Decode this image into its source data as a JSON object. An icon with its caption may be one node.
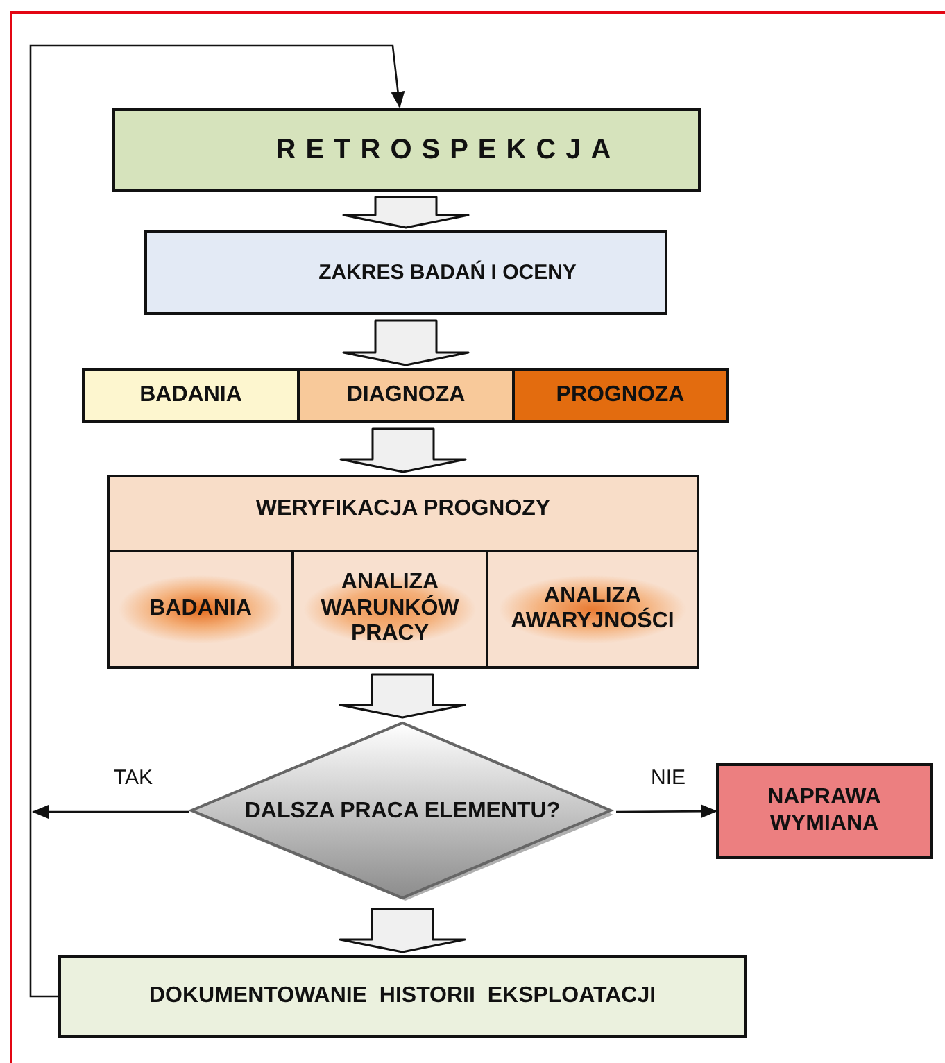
{
  "diagram": {
    "nodes": [
      {
        "text": [
          "RETROSPEKCJA"
        ]
      },
      {
        "text": [
          "ZAKRES BADAŃ I OCENY"
        ]
      },
      {
        "text": [
          "BADANIA"
        ]
      },
      {
        "text": [
          "DIAGNOZA"
        ]
      },
      {
        "text": [
          "PROGNOZA"
        ]
      },
      {
        "text": [
          "WERYFIKACJA PROGNOZY"
        ]
      },
      {
        "text": [
          "BADANIA"
        ],
        "in": 5
      },
      {
        "text": [
          "ANALIZA WARUNKÓW PRACY"
        ],
        "in": 5
      },
      {
        "text": [
          "ANALIZA AWARYJNOŚCI"
        ],
        "in": 5
      },
      {
        "text": [
          "DALSZA PRACA ELEMENTU?"
        ]
      },
      {
        "text": [
          "NAPRAWA WYMIANA"
        ]
      },
      {
        "text": [
          "DOKUMENTOWANIE  HISTORII  EKSPLOATACJI"
        ]
      }
    ],
    "edges": [
      {
        "from": 0,
        "to": 1,
        "arrow": "to",
        "style": "thick"
      },
      {
        "from": 1,
        "to": 3,
        "arrow": "to",
        "style": "thick"
      },
      {
        "from": 3,
        "to": 5,
        "arrow": "to",
        "style": "thick"
      },
      {
        "from": 5,
        "to": 9,
        "arrow": "to",
        "style": "thick"
      },
      {
        "from": 9,
        "to": null,
        "arrow": "to",
        "label": "TAK"
      },
      {
        "from": 9,
        "to": 10,
        "arrow": "to",
        "label": "NIE"
      },
      {
        "from": 9,
        "to": 11,
        "arrow": "to",
        "style": "thick"
      },
      {
        "from": 11,
        "to": 0,
        "arrow": "to"
      }
    ]
  }
}
